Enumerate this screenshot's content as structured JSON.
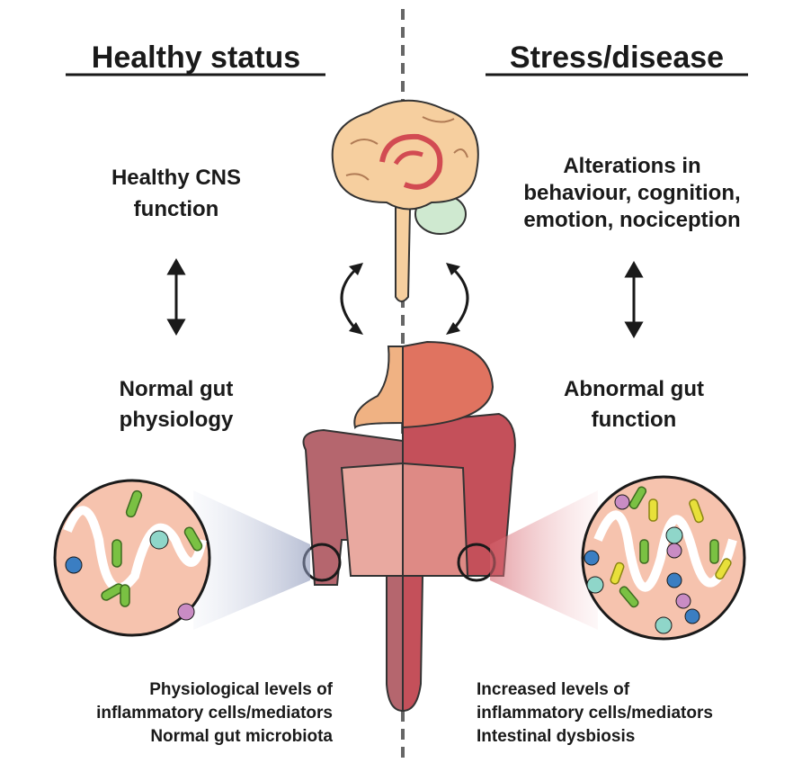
{
  "left": {
    "title": "Healthy status",
    "cns": [
      "Healthy CNS",
      "function"
    ],
    "gut": [
      "Normal gut",
      "physiology"
    ],
    "caption": [
      "Physiological levels of",
      "inflammatory cells/mediators",
      "Normal gut microbiota"
    ]
  },
  "right": {
    "title": "Stress/disease",
    "cns": [
      "Alterations in",
      "behaviour, cognition,",
      "emotion, nociception"
    ],
    "gut": [
      "Abnormal gut",
      "function"
    ],
    "caption": [
      "Increased levels of",
      "inflammatory cells/mediators",
      "Intestinal dysbiosis"
    ]
  },
  "colors": {
    "brain": "#f6cf9f",
    "gut_healthy": "#b5666e",
    "gut_disease": "#c4505a",
    "stomach": "#f0b283",
    "bacteria": "#7ac143",
    "pathobiont": "#e8e03a"
  }
}
